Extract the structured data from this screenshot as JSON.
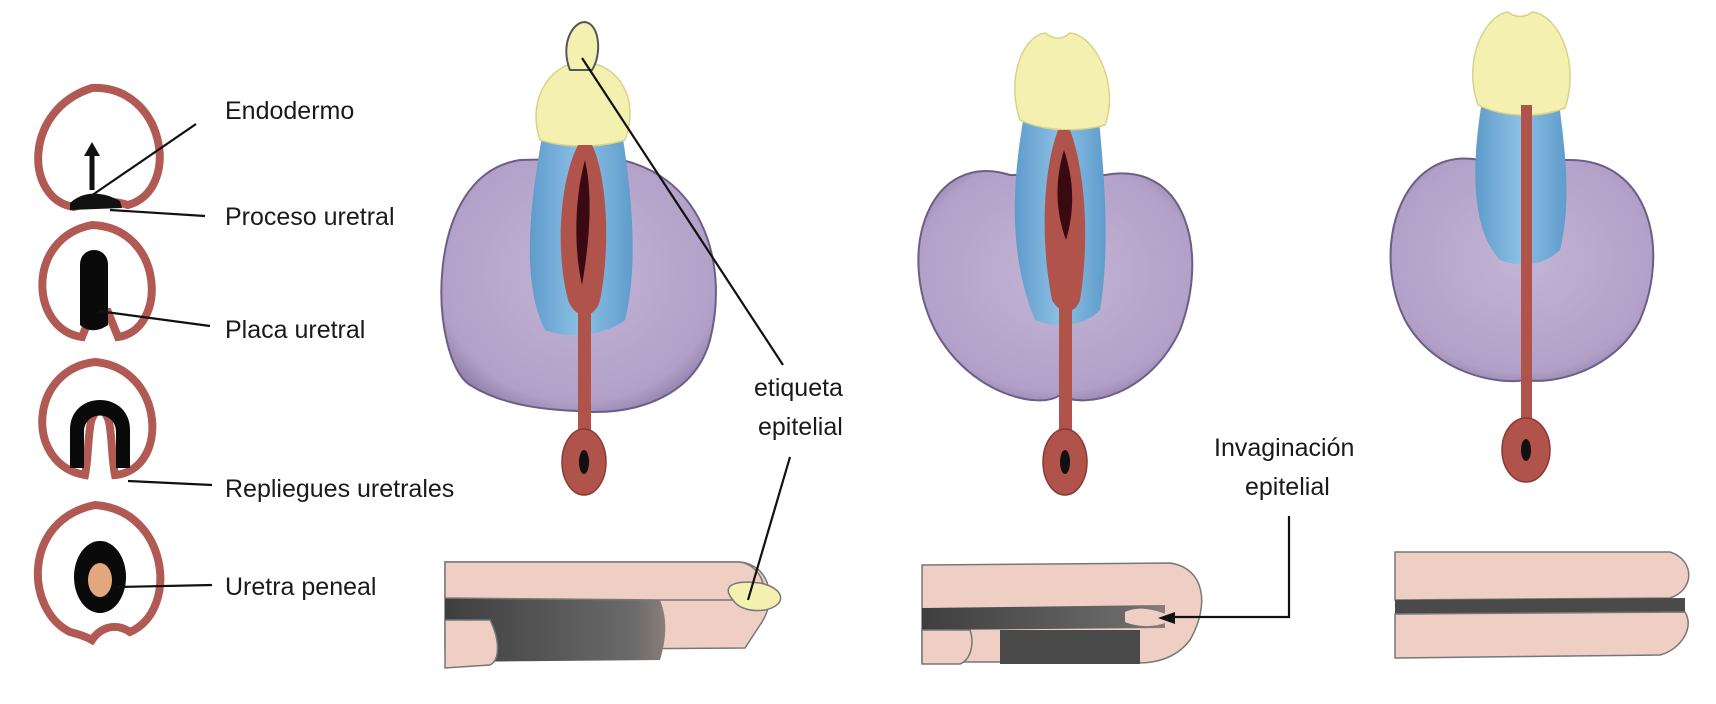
{
  "labels": {
    "endodermo": "Endodermo",
    "proceso_uretral": "Proceso uretral",
    "placa_uretral": "Placa uretral",
    "repliegues_uretrales": "Repliegues uretrales",
    "uretra_peneal": "Uretra peneal",
    "etiqueta_line1": "etiqueta",
    "etiqueta_line2": "epitelial",
    "invaginacion_line1": "Invaginación",
    "invaginacion_line2": "epitelial"
  },
  "colors": {
    "ectoderm_ring": "#b15a53",
    "glans": "#f4f0b0",
    "shaft": "#7fb3db",
    "scrotum": "#b7a6cc",
    "urethra": "#b0534b",
    "lumen": "#3a0a12",
    "section_fill": "#efcfc3",
    "section_duct": "#4a4a4a",
    "urethra_core": "#e2a77c"
  }
}
